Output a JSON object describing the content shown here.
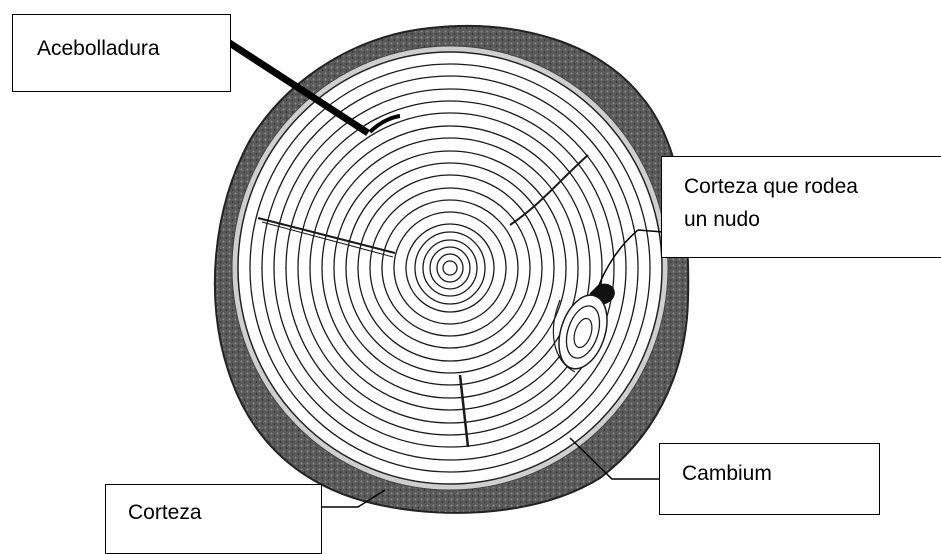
{
  "labels": {
    "acebolladura": "Acebolladura",
    "corteza_nudo_line1": "Corteza que rodea",
    "corteza_nudo_line2": "un nudo",
    "cambium": "Cambium",
    "corteza": "Corteza"
  },
  "colors": {
    "bark_dark": "#2e2e2e",
    "bark_mid": "#6b6b6b",
    "bark_light": "#9a9a9a",
    "wood": "#ffffff",
    "ring_line": "#1a1a1a"
  }
}
